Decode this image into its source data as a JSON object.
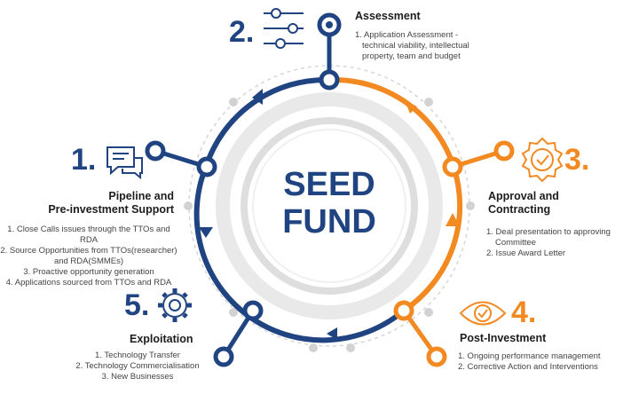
{
  "center": {
    "line1": "SEED",
    "line2": "FUND"
  },
  "colors": {
    "blue": "#1f4481",
    "orange": "#f28a21",
    "ring": "#d0d0d0"
  },
  "steps": [
    {
      "number": "1.",
      "title_line1": "Pipeline and",
      "title_line2": "Pre-investment Support",
      "icon": "chat-bubbles-icon",
      "items": [
        "1. Close Calls issues through the TTOs and RDA",
        "2. Source Opportunities from TTOs(researcher)",
        "and RDA(SMMEs)",
        "3. Proactive opportunity generation",
        "4. Applications sourced from TTOs and RDA"
      ]
    },
    {
      "number": "2.",
      "title_line1": "Assessment",
      "icon": "sliders-icon",
      "items": [
        "1. Application Assessment -",
        "technical viability, intellectual",
        "property, team and budget"
      ]
    },
    {
      "number": "3.",
      "title_line1": "Approval and",
      "title_line2": "Contracting",
      "icon": "approval-badge-icon",
      "items": [
        "1. Deal presentation to approving",
        "Committee",
        "2. Issue Award Letter"
      ]
    },
    {
      "number": "4.",
      "title_line1": "Post-Investment",
      "icon": "eye-icon",
      "items": [
        "1. Ongoing performance management",
        "2. Corrective Action and Interventions"
      ]
    },
    {
      "number": "5.",
      "title_line1": "Exploitation",
      "icon": "gear-icon",
      "items": [
        "1. Technology Transfer",
        "2. Technology Commercialisation",
        "3. New Businesses"
      ]
    }
  ]
}
